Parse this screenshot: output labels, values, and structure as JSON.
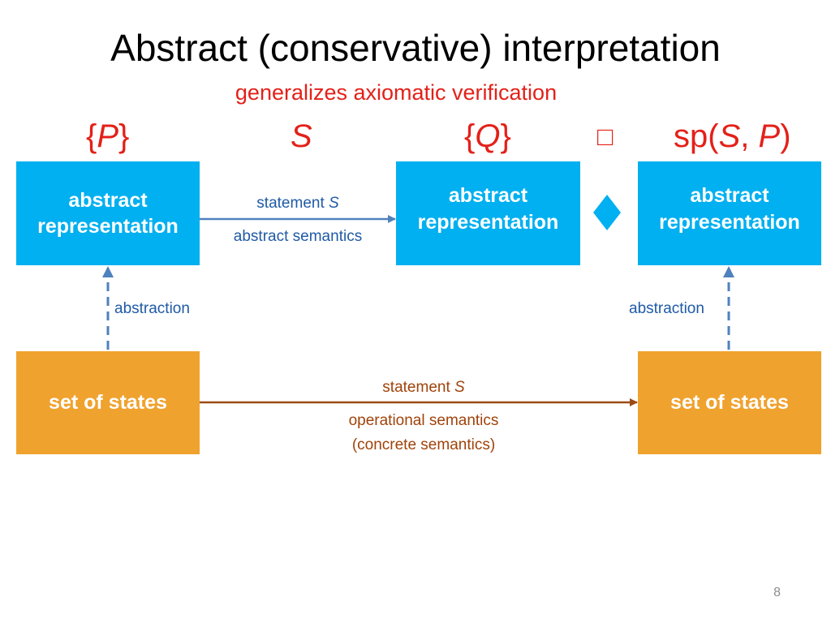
{
  "title": "Abstract (conservative) interpretation",
  "subtitle": "generalizes axiomatic verification",
  "header": {
    "P_open": "{",
    "P": "P",
    "P_close": "}",
    "S": "S",
    "Q_open": "{",
    "Q": "Q",
    "Q_close": "}",
    "placeholder_glyph": "□",
    "sp_prefix": "sp(",
    "sp_S": "S",
    "sp_comma": ", ",
    "sp_P": "P",
    "sp_close": ")"
  },
  "boxes": {
    "abstract_left": {
      "line1": "abstract",
      "line2": "representation"
    },
    "abstract_mid": {
      "line1": "abstract",
      "line2": "representation"
    },
    "abstract_right": {
      "line1": "abstract",
      "line2": "representation"
    },
    "concrete_left": {
      "label": "set of states"
    },
    "concrete_right": {
      "label": "set of states"
    }
  },
  "labels": {
    "abstract_arrow_top": "statement ",
    "abstract_arrow_top_var": "S",
    "abstract_arrow_bottom": "abstract semantics",
    "abstraction_left": "abstraction",
    "abstraction_right": "abstraction",
    "concrete_arrow_top": "statement ",
    "concrete_arrow_top_var": "S",
    "concrete_arrow_bottom_1": "operational semantics",
    "concrete_arrow_bottom_2": "(concrete semantics)"
  },
  "diamond_symbol": "diamond-icon",
  "page_number": "8",
  "colors": {
    "red": "#e32119",
    "abstract_box": "#00b0f0",
    "concrete_box": "#f0a22e",
    "abstract_text": "#1f5aa6",
    "concrete_text": "#a0430a",
    "abstract_arrow": "#4f81bd",
    "concrete_arrow": "#9c4a16"
  }
}
